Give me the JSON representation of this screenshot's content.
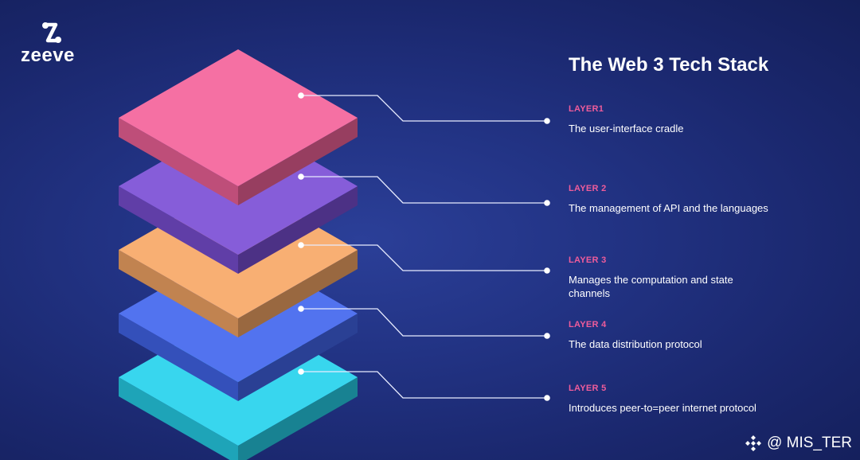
{
  "brand": {
    "name": "zeeve",
    "logo_icon": "zeeve-logo-icon"
  },
  "title": "The Web 3 Tech Stack",
  "layers": [
    {
      "label": "LAYER1",
      "description": "The user-interface cradle",
      "color": "#f4649b"
    },
    {
      "label": "LAYER 2",
      "description": "The management of API and the languages",
      "color": "#7b4fd6"
    },
    {
      "label": "LAYER 3",
      "description": "Manages the computation and state channels",
      "color": "#f7a867"
    },
    {
      "label": "LAYER 4",
      "description": "The data distribution protocol",
      "color": "#4367ee"
    },
    {
      "label": "LAYER 5",
      "description": "Introduces peer-to=peer internet protocol",
      "color": "#27d2ec"
    }
  ],
  "label_color": "#ef5c9b",
  "watermark": {
    "icon": "binance-diamond-icon",
    "text": "@ MIS_TER"
  }
}
